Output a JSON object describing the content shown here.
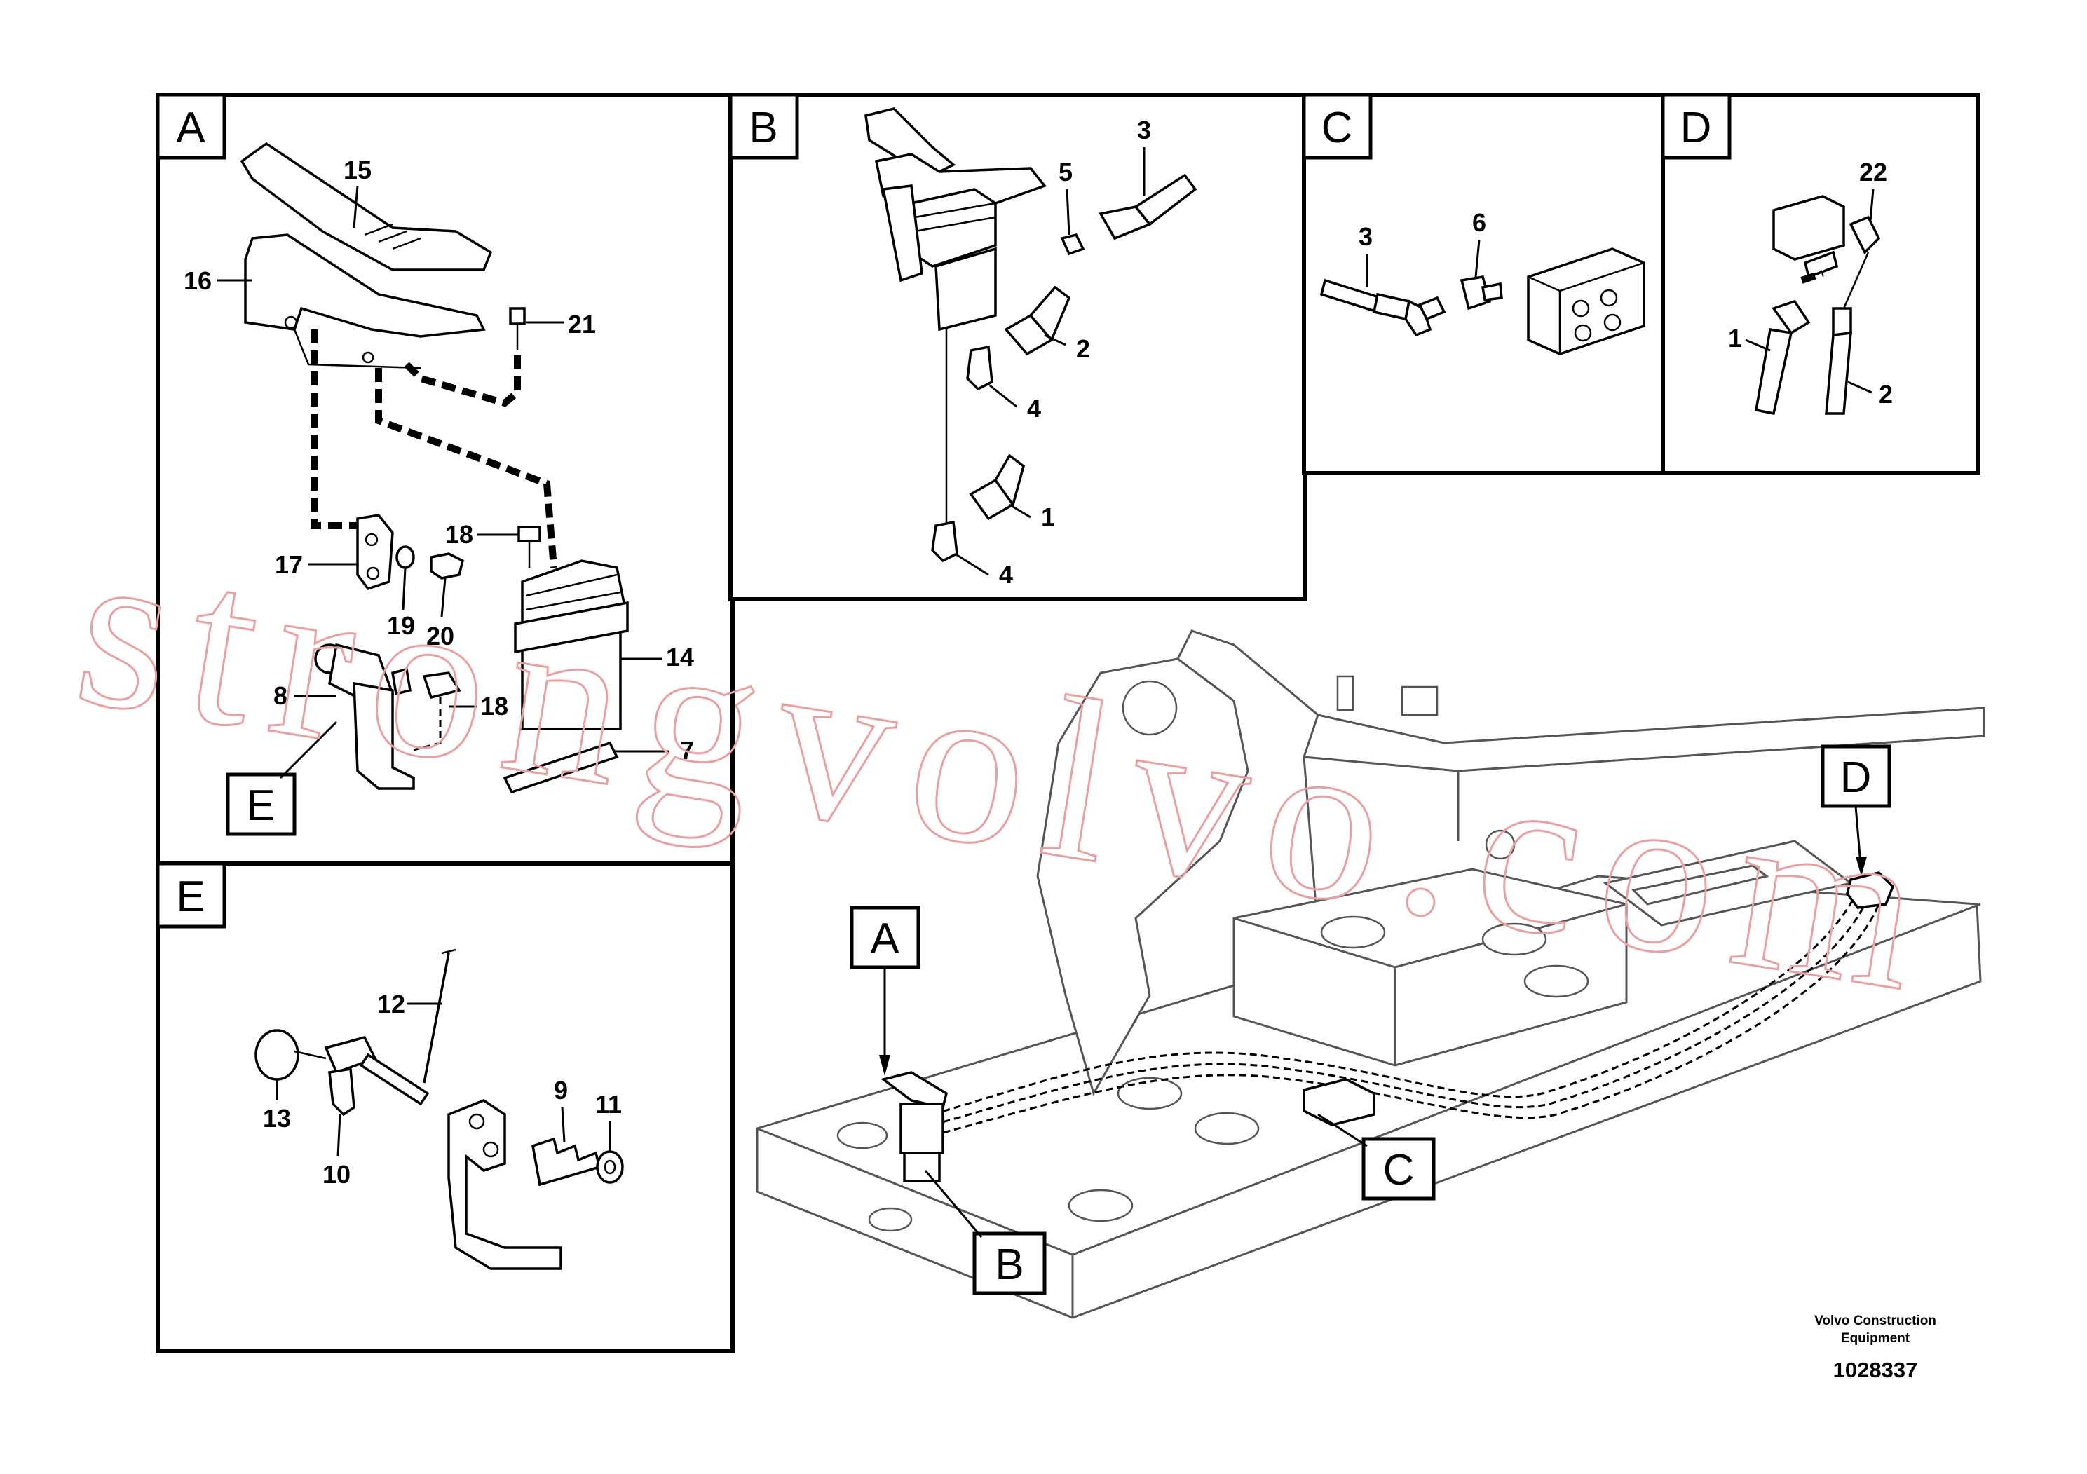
{
  "panels": {
    "A": {
      "tag": "A"
    },
    "B": {
      "tag": "B"
    },
    "C": {
      "tag": "C"
    },
    "D": {
      "tag": "D"
    },
    "E": {
      "tag": "E"
    }
  },
  "overview_tags": {
    "A": "A",
    "B": "B",
    "C": "C",
    "D": "D",
    "E": "E"
  },
  "callouts": {
    "a15": "15",
    "a16": "16",
    "a21": "21",
    "a18a": "18",
    "a17": "17",
    "a19": "19",
    "a20": "20",
    "a14": "14",
    "a8": "8",
    "a18b": "18",
    "a7": "7",
    "b3": "3",
    "b5": "5",
    "b2": "2",
    "b4a": "4",
    "b1": "1",
    "b4b": "4",
    "c3": "3",
    "c6": "6",
    "d22": "22",
    "d1": "1",
    "d2": "2",
    "e12": "12",
    "e13": "13",
    "e10": "10",
    "e9": "9",
    "e11": "11"
  },
  "footer": {
    "company_line1": "Volvo Construction",
    "company_line2": "Equipment",
    "drawing_number": "1028337"
  },
  "watermark": "strongvolvo.com"
}
